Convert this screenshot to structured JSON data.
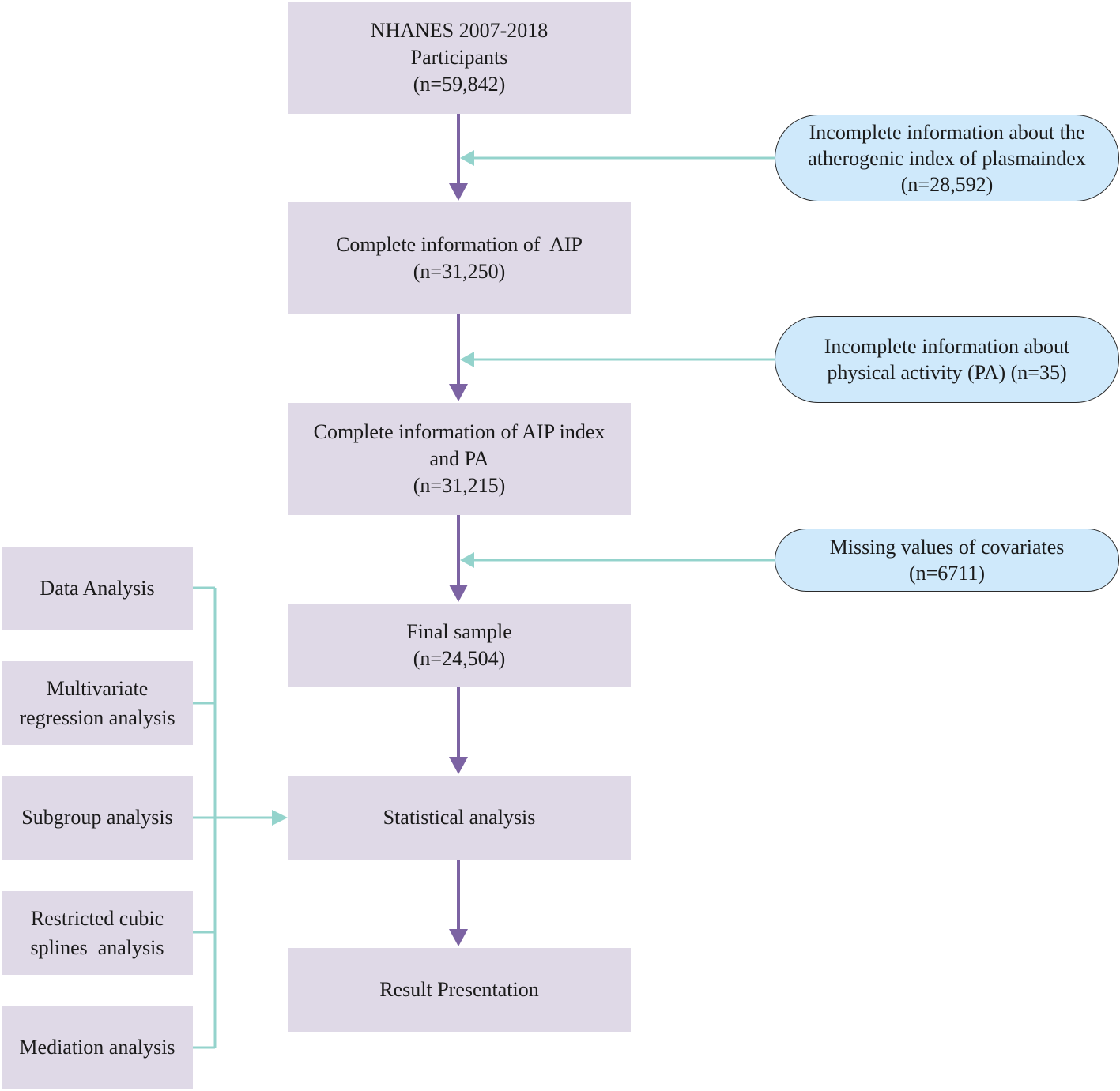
{
  "main_flow": [
    {
      "id": "nhanes",
      "lines": [
        "NHANES 2007-2018",
        "Participants",
        "(n=59,842)"
      ]
    },
    {
      "id": "complete-aip",
      "lines": [
        "Complete information of  AIP",
        "(n=31,250)"
      ]
    },
    {
      "id": "complete-aip-pa",
      "lines": [
        "Complete information of AIP index",
        "and PA",
        "(n=31,215)"
      ]
    },
    {
      "id": "final-sample",
      "lines": [
        "Final sample",
        "(n=24,504)"
      ]
    },
    {
      "id": "statistical-analysis",
      "lines": [
        "Statistical analysis"
      ]
    },
    {
      "id": "result-presentation",
      "lines": [
        "Result Presentation"
      ]
    }
  ],
  "exclusions": [
    {
      "id": "excl-aip",
      "lines": [
        "Incomplete information about the",
        "atherogenic index of plasmaindex",
        "(n=28,592)"
      ]
    },
    {
      "id": "excl-pa",
      "lines": [
        "Incomplete information about",
        "physical activity (PA) (n=35)"
      ]
    },
    {
      "id": "excl-covariates",
      "lines": [
        "Missing values of covariates",
        "(n=6711)"
      ]
    }
  ],
  "analysis_methods": [
    {
      "id": "data-analysis",
      "lines": [
        "Data Analysis"
      ]
    },
    {
      "id": "multivariate-regression",
      "lines": [
        "Multivariate",
        "regression analysis"
      ]
    },
    {
      "id": "subgroup-analysis",
      "lines": [
        "Subgroup analysis"
      ]
    },
    {
      "id": "rcs-analysis",
      "lines": [
        "Restricted cubic",
        "splines  analysis"
      ]
    },
    {
      "id": "mediation-analysis",
      "lines": [
        "Mediation analysis"
      ]
    }
  ],
  "colors": {
    "box_fill": "#dfd9e7",
    "pill_fill": "#cfe9fb",
    "main_arrow": "#7c63a3",
    "side_arrow": "#94d3cc"
  }
}
